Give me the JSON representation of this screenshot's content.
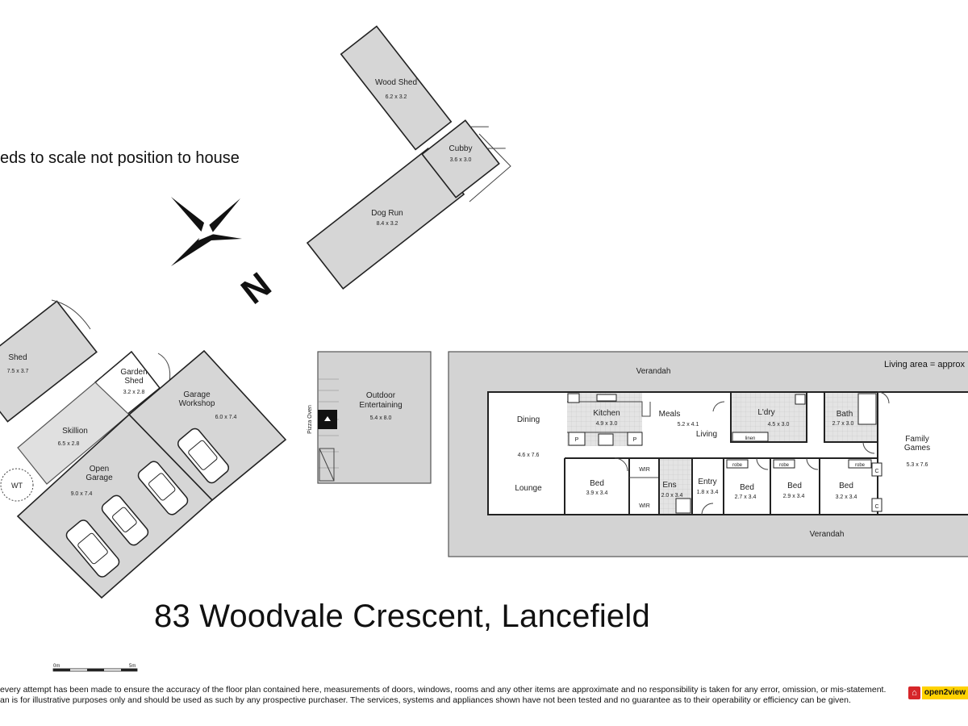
{
  "note": "eds to scale not position to house",
  "address": "83 Woodvale Crescent, Lancefield",
  "living_area": "Living area = approx",
  "disclaimer": [
    "every attempt has been made to ensure the accuracy of the floor plan contained here, measurements of doors, windows, rooms and any other items are approximate and no responsibility is taken for any error, omission, or mis-statement.",
    "an is for illustrative purposes only and should be used as such by any prospective purchaser. The services, systems and appliances shown have not been tested and no guarantee as to their operability or efficiency can be given."
  ],
  "logo": {
    "icon": "house-icon",
    "text": "open2view",
    "colors": {
      "icon_bg": "#d6262a",
      "text_bg": "#ffd200"
    }
  },
  "compass": {
    "label": "N"
  },
  "scale_bar": {
    "start": "0m",
    "end": "5m"
  },
  "outbuildings": {
    "wood_shed": {
      "name": "Wood Shed",
      "dims": "6.2 x 3.2"
    },
    "cubby": {
      "name": "Cubby",
      "dims": "3.6 x 3.0"
    },
    "dog_run": {
      "name": "Dog Run",
      "dims": "8.4 x 3.2"
    },
    "shed": {
      "name": "Shed",
      "dims": "7.5 x 3.7"
    },
    "garden_shed": {
      "name": "Garden Shed",
      "dims": "3.2 x 2.8"
    },
    "garage_workshop": {
      "name": "Garage Workshop",
      "dims": "6.0 x 7.4"
    },
    "skillion": {
      "name": "Skillion",
      "dims": "6.5 x 2.8"
    },
    "open_garage": {
      "name": "Open Garage",
      "dims": "9.0 x 7.4"
    },
    "water_tank": {
      "name": "WT"
    },
    "outdoor_entertaining": {
      "name": "Outdoor Entertaining",
      "dims": "5.4 x 8.0"
    },
    "pizza_oven": {
      "name": "Pizza Oven"
    }
  },
  "house": {
    "verandah_top": "Verandah",
    "verandah_bottom": "Verandah",
    "rooms": {
      "dining": {
        "name": "Dining"
      },
      "lounge": {
        "name": "Lounge",
        "dims": "4.6 x 7.6"
      },
      "kitchen": {
        "name": "Kitchen",
        "dims": "4.9 x 3.0"
      },
      "meals": {
        "name": "Meals",
        "dims": "5.2 x 4.1"
      },
      "living": {
        "name": "Living"
      },
      "laundry": {
        "name": "L'dry",
        "dims": "4.5 x 3.0"
      },
      "bath": {
        "name": "Bath",
        "dims": "2.7 x 3.0"
      },
      "family_games": {
        "name": "Family Games",
        "dims": "5.3 x 7.6"
      },
      "bed1": {
        "name": "Bed",
        "dims": "3.9 x 3.4"
      },
      "wir1": {
        "name": "WIR"
      },
      "wir2": {
        "name": "WIR"
      },
      "ensuite": {
        "name": "Ens",
        "dims": "2.0 x 3.4"
      },
      "entry": {
        "name": "Entry",
        "dims": "1.8 x 3.4"
      },
      "bed2": {
        "name": "Bed",
        "dims": "2.7 x 3.4"
      },
      "bed3": {
        "name": "Bed",
        "dims": "2.9 x 3.4"
      },
      "bed4": {
        "name": "Bed",
        "dims": "3.2 x 3.4"
      }
    },
    "fixtures": {
      "pantry": "P",
      "linen": "linen",
      "robe": "robe",
      "cupboard": "C"
    }
  }
}
